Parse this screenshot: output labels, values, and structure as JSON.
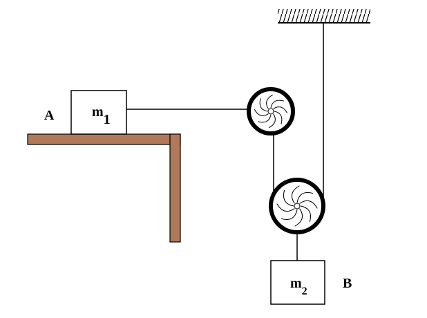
{
  "labels": {
    "point_a": "A",
    "point_b": "B",
    "mass_1_symbol": "m",
    "mass_1_subscript": "1",
    "mass_2_symbol": "m",
    "mass_2_subscript": "2"
  },
  "colors": {
    "table": "#b07a5a",
    "line": "#000000",
    "background": "#ffffff"
  },
  "icons": {
    "fixed_pulley": "pulley-wheel",
    "movable_pulley": "pulley-wheel",
    "ceiling": "hatched-support"
  }
}
